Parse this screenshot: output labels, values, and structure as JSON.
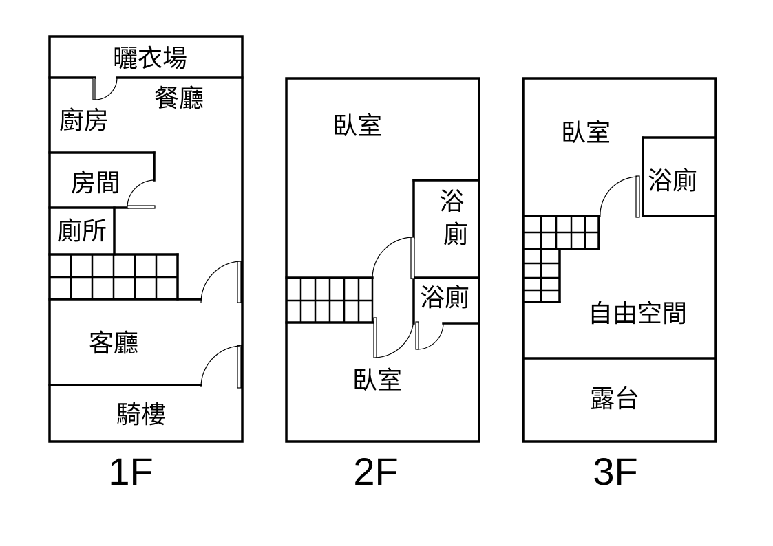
{
  "floors": [
    {
      "label": "1F",
      "rooms": {
        "laundry": "曬衣場",
        "dining": "餐廳",
        "kitchen": "廚房",
        "room": "房間",
        "toilet": "廁所",
        "living": "客廳",
        "arcade": "騎樓"
      }
    },
    {
      "label": "2F",
      "rooms": {
        "bedroom_top": "臥室",
        "bath_upper": "浴\n廁",
        "bath_lower": "浴廁",
        "bedroom_bottom": "臥室"
      }
    },
    {
      "label": "3F",
      "rooms": {
        "bedroom": "臥室",
        "bath": "浴廁",
        "free_space": "自由空間",
        "terrace": "露台"
      }
    }
  ]
}
